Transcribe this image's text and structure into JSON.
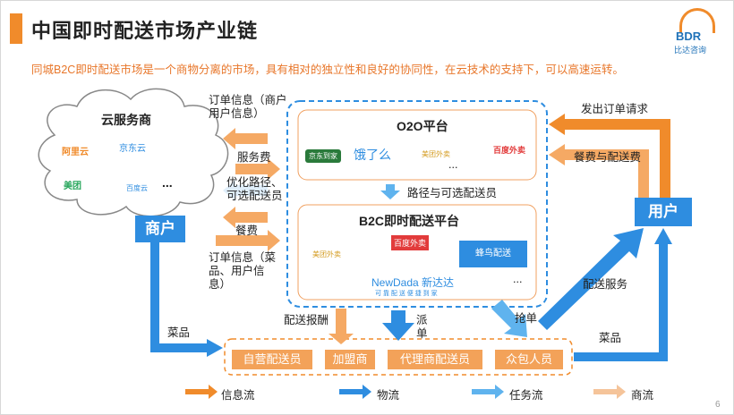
{
  "header": {
    "title": "中国即时配送市场产业链",
    "subtitle": "同城B2C即时配送市场是一个商物分离的市场，具有相对的独立性和良好的协同性，在云技术的支持下，可以高速运转。",
    "logo_text": "BDR",
    "logo_cn": "比达咨询"
  },
  "cloud": {
    "title": "云服务商",
    "logos": [
      "阿里云",
      "京东云",
      "美团",
      "百度云",
      "..."
    ]
  },
  "merchant": "商户",
  "user": "用户",
  "o2o": {
    "title": "O2O平台",
    "logos": [
      "京东到家",
      "饿了么",
      "美团外卖",
      "百度外卖",
      "..."
    ]
  },
  "b2c": {
    "title": "B2C即时配送平台",
    "logos": [
      "美团外卖",
      "百度外卖",
      "蜂鸟配送",
      "新达达",
      "..."
    ],
    "newdada": "NewDada",
    "newdada_cn": "新达达",
    "newdada_slogan": "可 靠 配 送   便 捷 到 家"
  },
  "labels": {
    "order_info_top": "订单信息（商户用户信息）",
    "service_fee": "服务费",
    "optimize": "优化路径、可选配送员",
    "meal_fee": "餐费",
    "order_info_bottom": "订单信息（菜品、用户信息）",
    "route": "路径与可选配送员",
    "send_order": "发出订单请求",
    "meal_delivery_fee": "餐费与配送费",
    "delivery_service": "配送服务",
    "dishes_left": "菜品",
    "dishes_right": "菜品",
    "delivery_pay": "配送报酬",
    "dispatch": "派单",
    "grab": "抢单"
  },
  "couriers": [
    "自营配送员",
    "加盟商",
    "代理商配送员",
    "众包人员"
  ],
  "legend": [
    "信息流",
    "物流",
    "任务流",
    "商流"
  ],
  "page_number": "6",
  "colors": {
    "orange": "#f08b2b",
    "light_orange": "#f5a964",
    "blue": "#2e8de0",
    "light_blue": "#5fb3ee"
  }
}
